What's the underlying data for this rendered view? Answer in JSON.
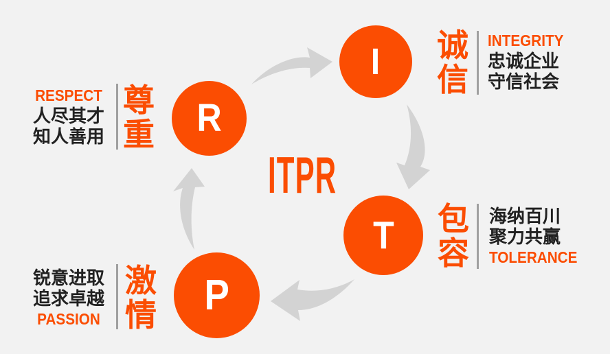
{
  "title": "ITPR",
  "colors": {
    "accent": "#FB4D02",
    "arrow_gray": "#D3D3D3",
    "divider_gray": "#A0A0A0",
    "text_dark": "#212121",
    "background": "#F2F2F2",
    "circle_letter": "#FFFFFF"
  },
  "nodes": [
    {
      "id": "integrity",
      "letter": "I",
      "cn_word": "诚信",
      "en_label": "INTEGRITY",
      "desc": [
        "忠诚企业",
        "守信社会"
      ]
    },
    {
      "id": "tolerance",
      "letter": "T",
      "cn_word": "包容",
      "en_label": "TOLERANCE",
      "desc": [
        "海纳百川",
        "聚力共赢"
      ]
    },
    {
      "id": "passion",
      "letter": "P",
      "cn_word": "激情",
      "en_label": "PASSION",
      "desc": [
        "锐意进取",
        "追求卓越"
      ]
    },
    {
      "id": "respect",
      "letter": "R",
      "cn_word": "尊重",
      "en_label": "RESPECT",
      "desc": [
        "人尽其才",
        "知人善用"
      ]
    }
  ]
}
